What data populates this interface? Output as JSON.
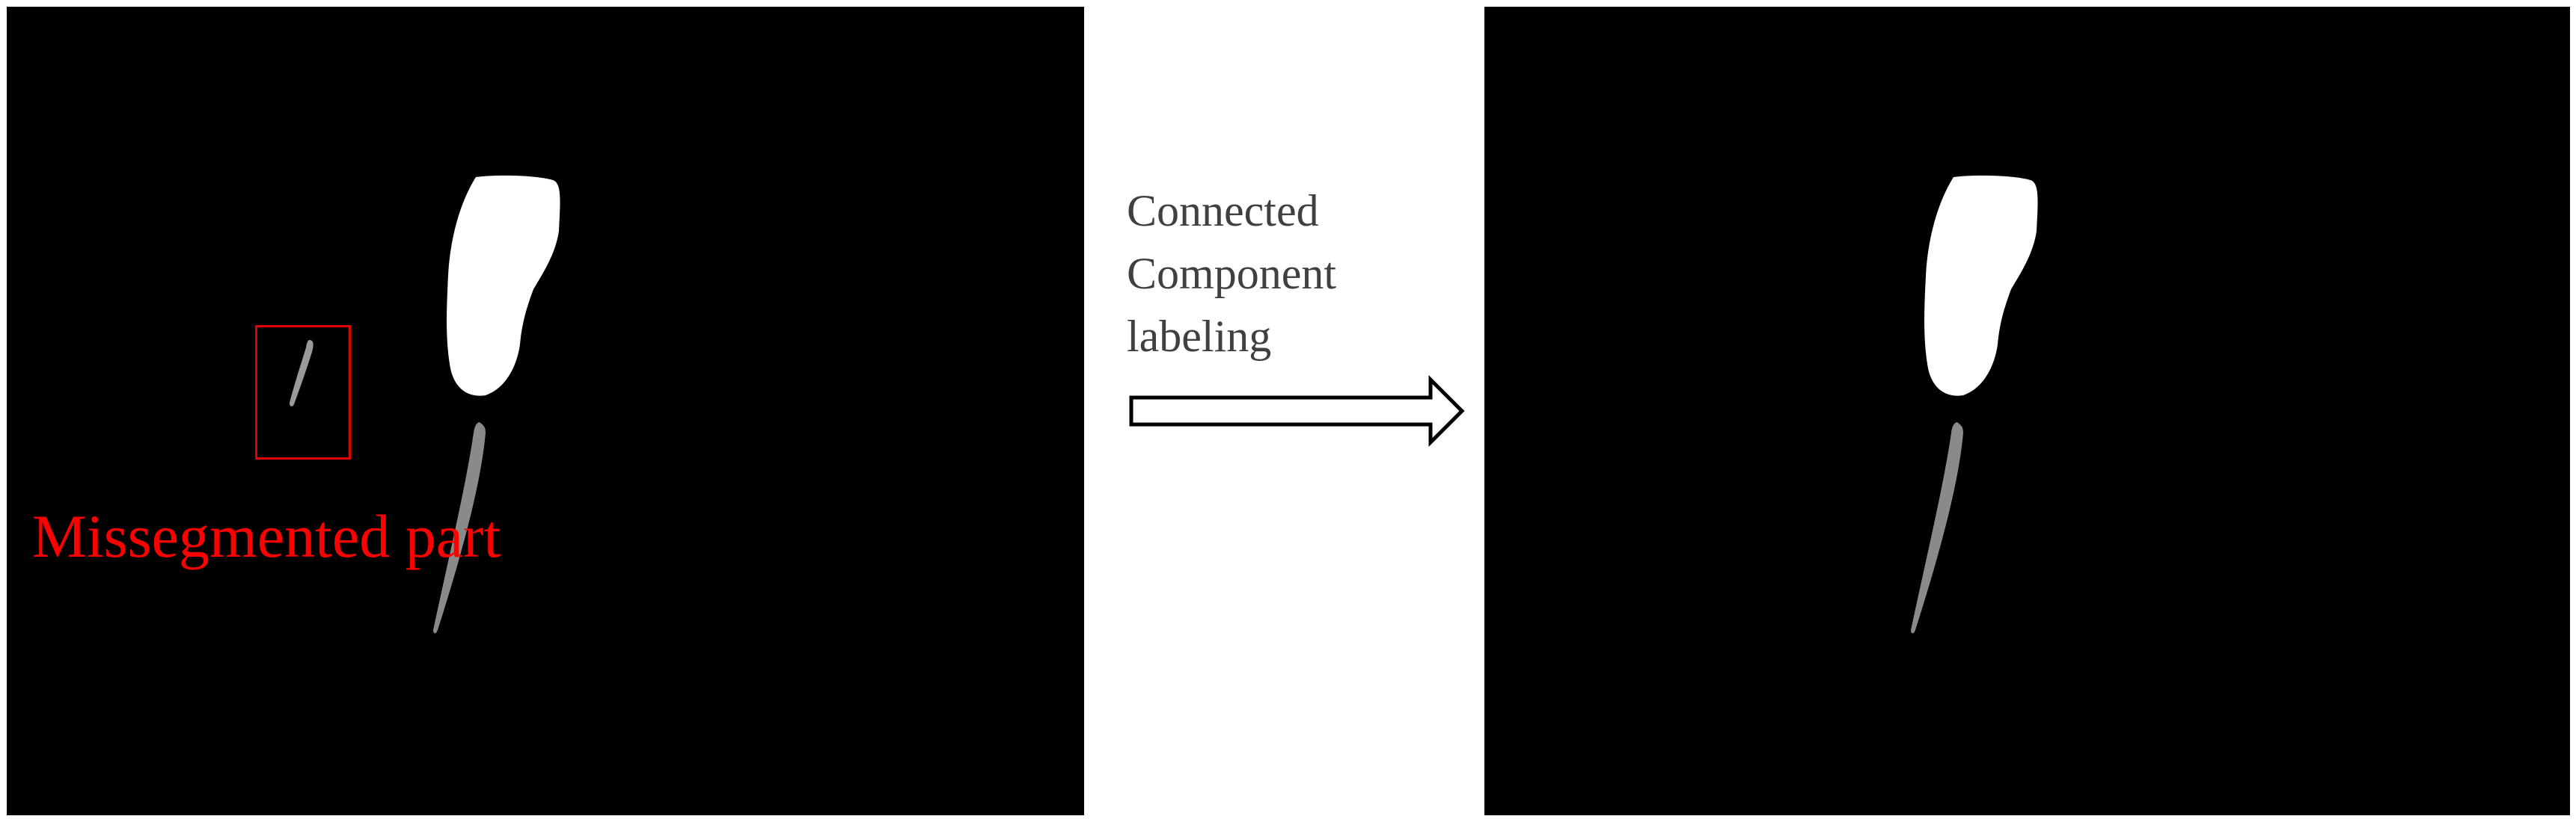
{
  "left_panel": {
    "annotation_label": "Missegmented part"
  },
  "process": {
    "label_lines": [
      "Connected",
      "Component",
      "labeling"
    ]
  },
  "colors": {
    "background": "#ffffff",
    "panel": "#000000",
    "organ": "#ffffff",
    "needle": "#8a8a8a",
    "annotation": "#ff0000"
  }
}
